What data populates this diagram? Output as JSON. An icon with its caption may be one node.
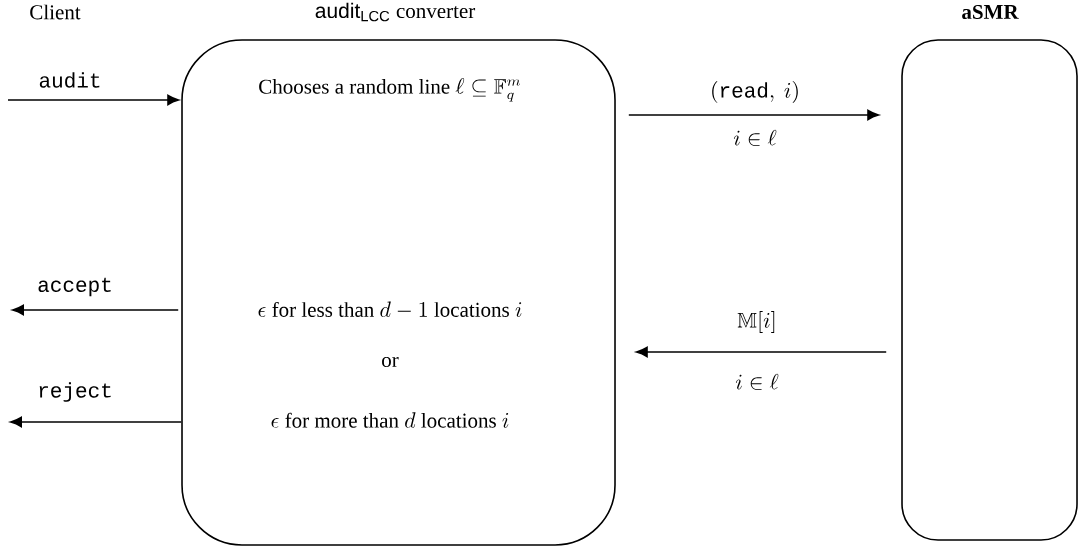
{
  "diagram": {
    "nodes": [
      {
        "text": [
          "\\mathsf{audit}_{\\mathsf{LCC}}\\mbox{ converter}",
          "\\mbox{Chooses a random line }\\ell\\subseteq\\mathbb{F}_q^m",
          "\\epsilon\\mbox{ for less than }d-1\\mbox{ locations }i",
          "or",
          "\\epsilon\\mbox{ for more than }d\\mbox{ locations }i"
        ]
      },
      {
        "text": [
          "aSMR"
        ]
      }
    ],
    "edges": [
      {
        "from": null,
        "to": 0,
        "arrow": "to",
        "label": "audit"
      },
      {
        "from": 0,
        "to": null,
        "arrow": "to",
        "label": "accept"
      },
      {
        "from": 0,
        "to": null,
        "arrow": "to",
        "label": "reject"
      },
      {
        "from": 0,
        "to": 1,
        "arrow": "to",
        "label": "(\\texttt{read},\\ i)"
      },
      {
        "from": 1,
        "to": 0,
        "arrow": "to",
        "label": "\\mathbb{M}[i]"
      }
    ],
    "labels": [
      "Client",
      "i\\in\\ell",
      "i\\in\\ell"
    ]
  }
}
